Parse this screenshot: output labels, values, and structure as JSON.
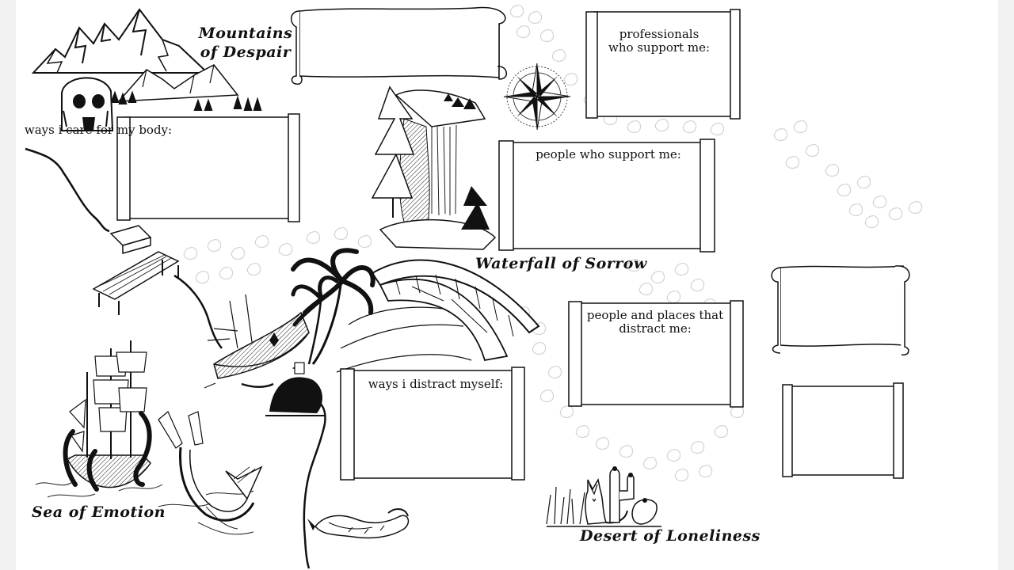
{
  "map": {
    "regions": {
      "mountains_line1": "Mountains",
      "mountains_line2": "of Despair",
      "waterfall": "Waterfall of Sorrow",
      "sea": "Sea of Emotion",
      "desert": "Desert of Loneliness"
    },
    "scrolls": {
      "body_care": "ways i care for my body:",
      "professionals_line1": "professionals",
      "professionals_line2": "who support me:",
      "people_support": "people who support me:",
      "distract_people_line1": "people and places that",
      "distract_people_line2": "distract me:",
      "distract_self": "ways i distract myself:"
    },
    "colors": {
      "ink": "#111111",
      "faint_stones": "#d6d6d6",
      "paper": "#ffffff",
      "backdrop": "#f2f2f2"
    },
    "icons": [
      "compass-rose-icon",
      "mountain-icon",
      "skull-cave-icon",
      "waterfall-icon",
      "palm-tree-icon",
      "bridge-icon",
      "dock-icon",
      "shipwreck-icon",
      "pirate-ship-icon",
      "kraken-icon",
      "mermaid-icon",
      "sea-serpent-icon",
      "fox-icon",
      "cactus-icon"
    ]
  }
}
